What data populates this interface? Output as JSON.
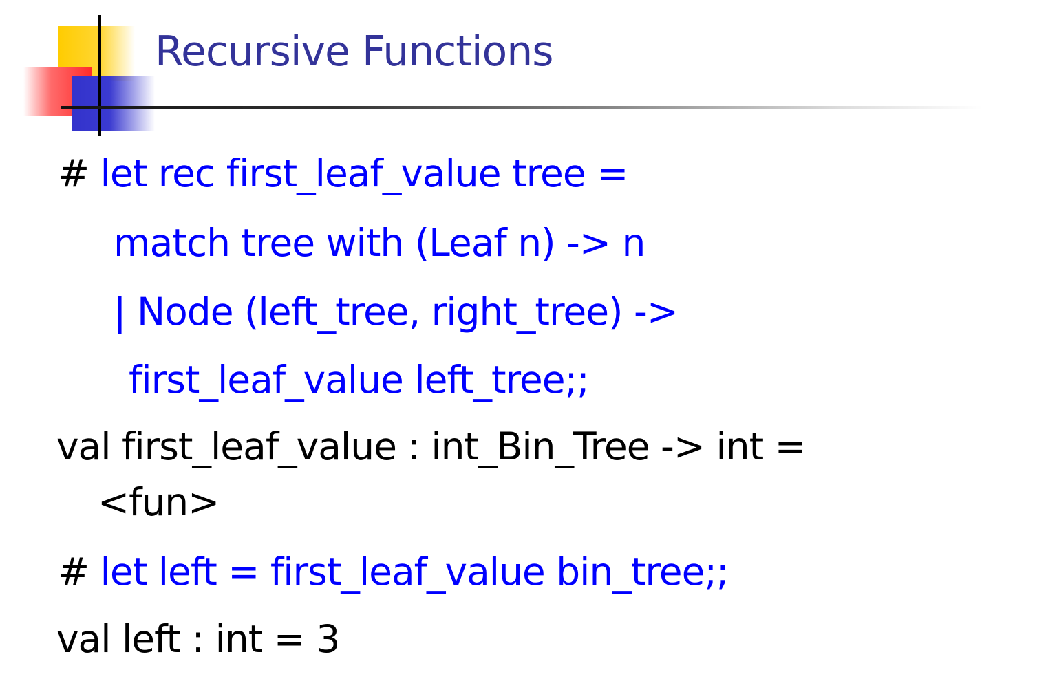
{
  "slide": {
    "title": "Recursive Functions",
    "colors": {
      "title": "#333399",
      "input_code": "#0000ff",
      "output_text": "#000000",
      "logo_yellow": "#ffcc00",
      "logo_red": "#ff2a2a",
      "logo_blue": "#3333cc"
    },
    "lines": [
      {
        "prompt": "# ",
        "text": "let rec first_leaf_value tree ="
      },
      {
        "text": "match tree with (Leaf n) -> n"
      },
      {
        "text": "| Node (left_tree, right_tree) ->"
      },
      {
        "text": "first_leaf_value left_tree;;"
      },
      {
        "text": "val first_leaf_value : int_Bin_Tree -> int ="
      },
      {
        "text": "<fun>"
      },
      {
        "prompt": "# ",
        "text": "let left = first_leaf_value bin_tree;;"
      },
      {
        "text": "val left : int = 3"
      }
    ]
  }
}
